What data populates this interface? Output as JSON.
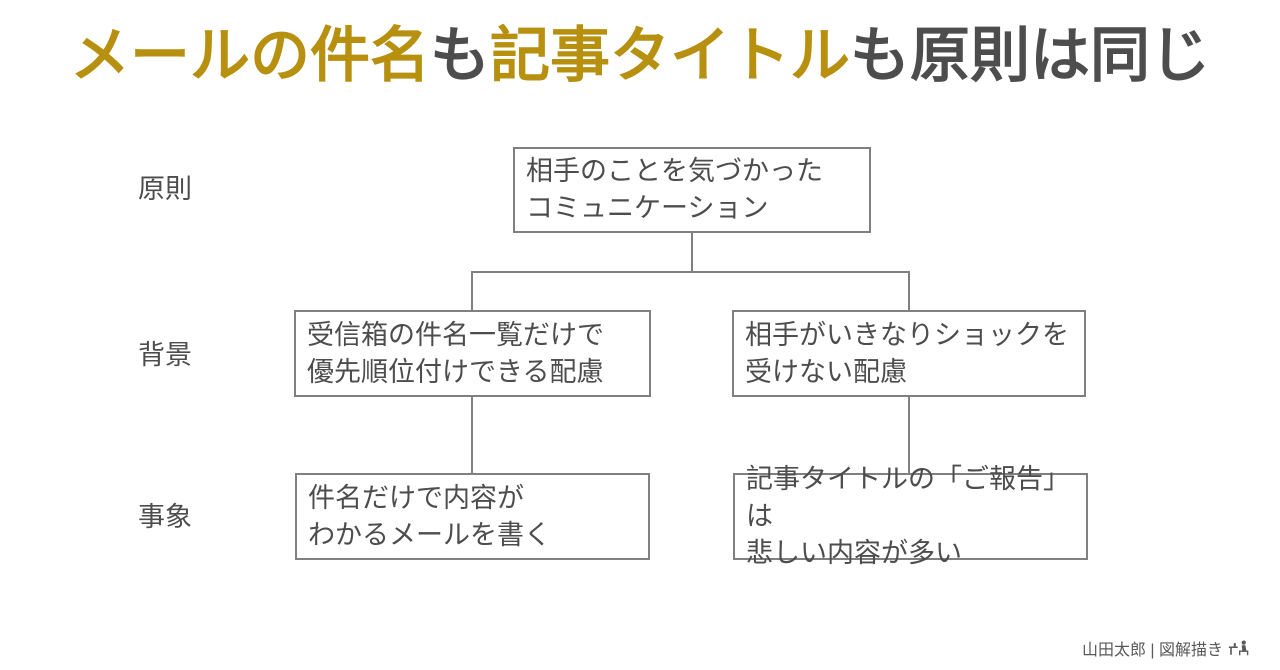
{
  "title": {
    "segments": [
      {
        "text": "メールの件名",
        "emphasis": true
      },
      {
        "text": "も",
        "emphasis": false
      },
      {
        "text": "記事タイトル",
        "emphasis": true
      },
      {
        "text": "も原則は同じ",
        "emphasis": false
      }
    ]
  },
  "colors": {
    "gold": "#B8900F",
    "dark": "#4D4D4D",
    "border": "#808080",
    "line": "#808080",
    "footer": "#595959"
  },
  "diagram": {
    "rows": [
      {
        "label": "原則",
        "boxes": [
          {
            "lines": [
              "相手のことを気づかった",
              "コミュニケーション"
            ]
          }
        ]
      },
      {
        "label": "背景",
        "boxes": [
          {
            "lines": [
              "受信箱の件名一覧だけで",
              "優先順位付けできる配慮"
            ]
          },
          {
            "lines": [
              "相手がいきなりショックを",
              "受けない配慮"
            ]
          }
        ]
      },
      {
        "label": "事象",
        "boxes": [
          {
            "lines": [
              "件名だけで内容が",
              "わかるメールを書く"
            ]
          },
          {
            "lines": [
              "記事タイトルの「ご報告」は",
              "悲しい内容が多い"
            ]
          }
        ]
      }
    ]
  },
  "footer": {
    "credit": "山田太郎 | 図解描き",
    "icon": "person-at-desk-icon"
  }
}
